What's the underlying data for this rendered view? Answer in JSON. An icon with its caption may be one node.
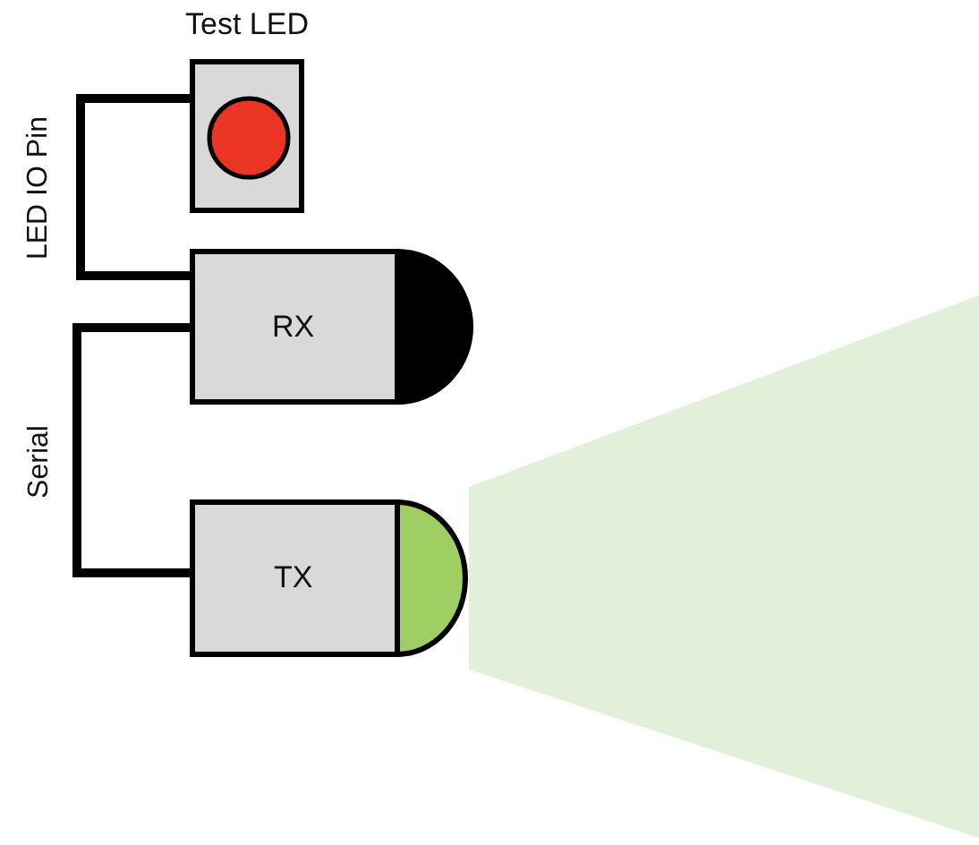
{
  "diagram": {
    "nodes": [
      {
        "text": [
          "Test LED"
        ]
      },
      {
        "text": [
          "RX"
        ]
      },
      {
        "text": [
          "TX"
        ]
      }
    ],
    "edges": [
      {
        "from": 0,
        "to": 1,
        "arrow": "none",
        "label": "LED IO Pin"
      },
      {
        "from": 1,
        "to": 2,
        "arrow": "none",
        "label": "Serial"
      }
    ]
  }
}
